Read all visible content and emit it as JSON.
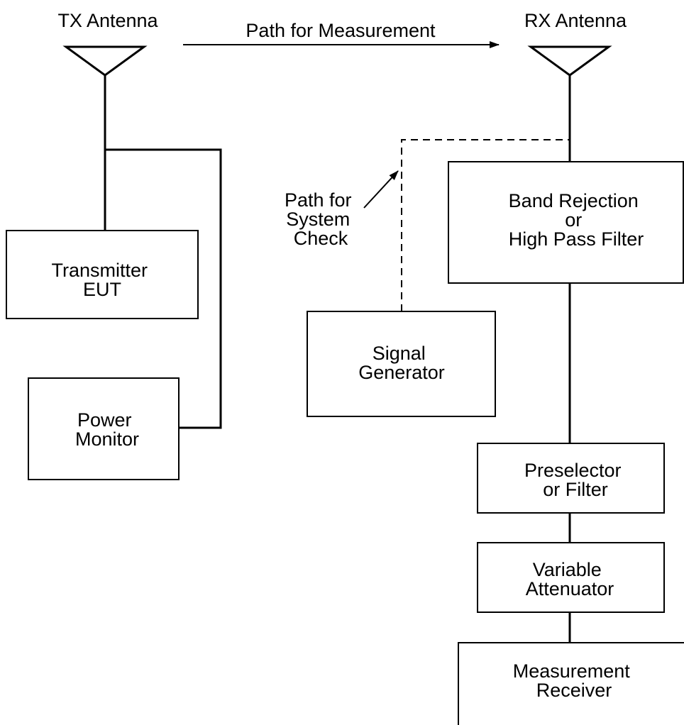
{
  "diagram": {
    "labels": {
      "tx_antenna": "TX Antenna",
      "rx_antenna": "RX Antenna",
      "path_measurement": "Path for Measurement",
      "path_system_check": [
        "Path for",
        "System",
        "Check"
      ]
    },
    "boxes": {
      "transmitter": [
        "Transmitter",
        "EUT"
      ],
      "power_monitor": [
        "Power",
        "Monitor"
      ],
      "signal_generator": [
        "Signal",
        "Generator"
      ],
      "band_filter": [
        "Band Rejection",
        "or",
        "High Pass Filter"
      ],
      "preselector": [
        "Preselector",
        "or Filter"
      ],
      "attenuator": [
        "Variable",
        "Attenuator"
      ],
      "receiver": [
        "Measurement",
        "Receiver"
      ]
    },
    "colors": {
      "line": "#000000",
      "background": "#ffffff"
    }
  }
}
